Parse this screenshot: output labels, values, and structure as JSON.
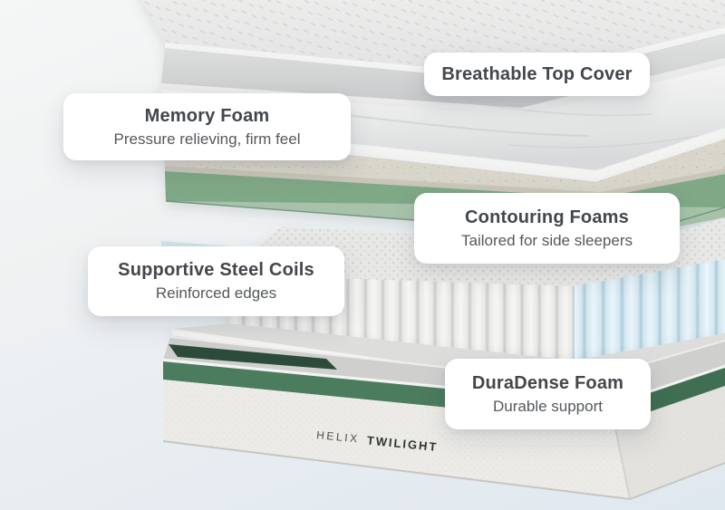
{
  "scene": {
    "description": "Exploded view of mattress layers with callout labels"
  },
  "labels": {
    "top_cover": {
      "title": "Breathable Top Cover"
    },
    "memory_foam": {
      "title": "Memory Foam",
      "subtitle": "Pressure relieving, firm feel"
    },
    "contouring_foams": {
      "title": "Contouring Foams",
      "subtitle": "Tailored for side sleepers"
    },
    "steel_coils": {
      "title": "Supportive Steel Coils",
      "subtitle": "Reinforced edges"
    },
    "duradense_foam": {
      "title": "DuraDense Foam",
      "subtitle": "Durable support"
    }
  },
  "brand": {
    "name": "HELIX",
    "model": "TWILIGHT"
  },
  "colors": {
    "card_background": "#ffffff",
    "title_text": "#43474b",
    "subtitle_text": "#54585c",
    "green_layer_top": "#7fa886",
    "green_layer_edge": "#a6c3aa",
    "green_band_front": "#4a7c5d",
    "green_band_side": "#3f6e52",
    "green_interior_dark": "#2d4b3b",
    "blue_sheet": "#cfe2ea",
    "white_coil_light": "#f6f6f4",
    "blue_coil_light": "#e9f5fa",
    "brand_helix_text": "#4c504d",
    "brand_twilight_text": "#30342f"
  }
}
